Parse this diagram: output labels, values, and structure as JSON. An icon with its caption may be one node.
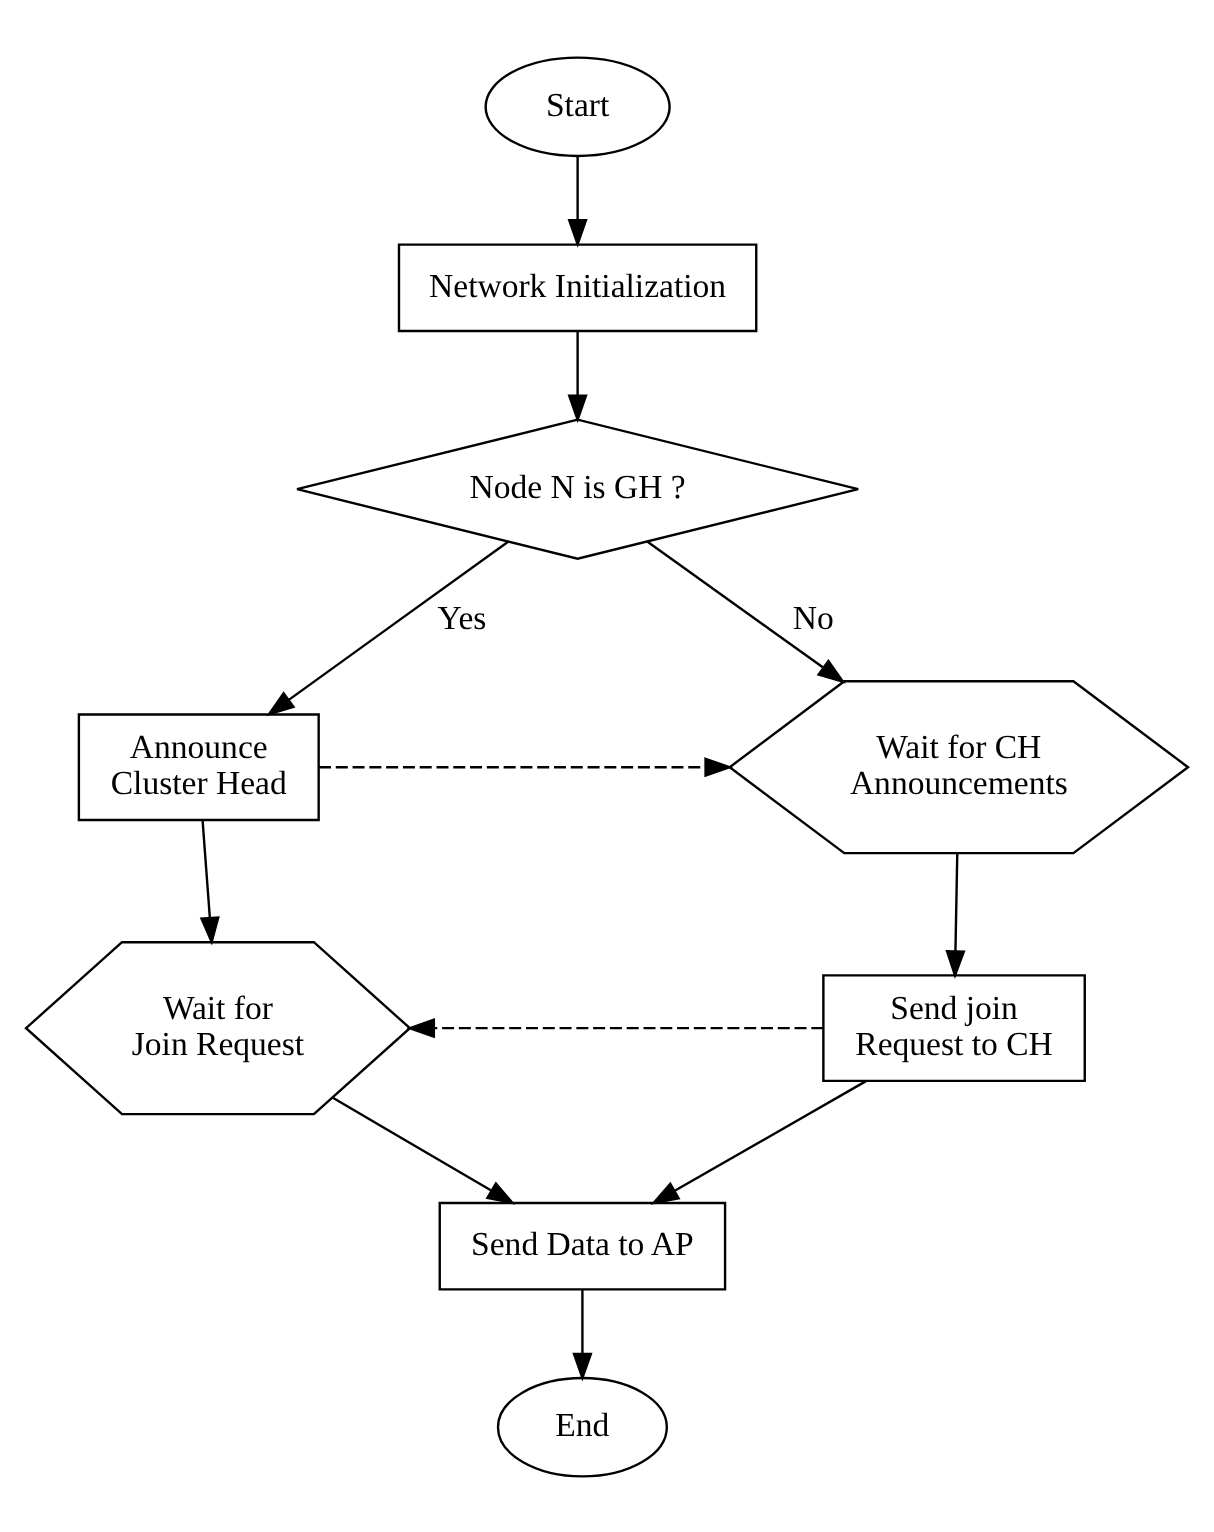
{
  "diagram": {
    "nodes": [
      {
        "text": [
          "Start"
        ]
      },
      {
        "text": [
          "Network Initialization"
        ]
      },
      {
        "text": [
          "Node N is GH ?"
        ]
      },
      {
        "text": [
          "Announce Cluster Head"
        ]
      },
      {
        "text": [
          "Wait for CH Announcements"
        ]
      },
      {
        "text": [
          "Wait for Join Request"
        ]
      },
      {
        "text": [
          "Send join Request to CH"
        ]
      },
      {
        "text": [
          "Send Data to AP"
        ]
      },
      {
        "text": [
          "End"
        ]
      }
    ],
    "edges": [
      {
        "from": 0,
        "to": 1,
        "arrow": "to"
      },
      {
        "from": 1,
        "to": 2,
        "arrow": "to"
      },
      {
        "from": 2,
        "to": 3,
        "arrow": "to",
        "label": "Yes"
      },
      {
        "from": 2,
        "to": 4,
        "arrow": "to",
        "label": "No"
      },
      {
        "from": 3,
        "to": 4,
        "arrow": "to",
        "style": "dashed"
      },
      {
        "from": 3,
        "to": 5,
        "arrow": "to"
      },
      {
        "from": 4,
        "to": 6,
        "arrow": "to"
      },
      {
        "from": 6,
        "to": 5,
        "arrow": "to",
        "style": "dashed"
      },
      {
        "from": 5,
        "to": 7,
        "arrow": "to"
      },
      {
        "from": 6,
        "to": 7,
        "arrow": "to"
      },
      {
        "from": 7,
        "to": 8,
        "arrow": "to"
      }
    ]
  }
}
